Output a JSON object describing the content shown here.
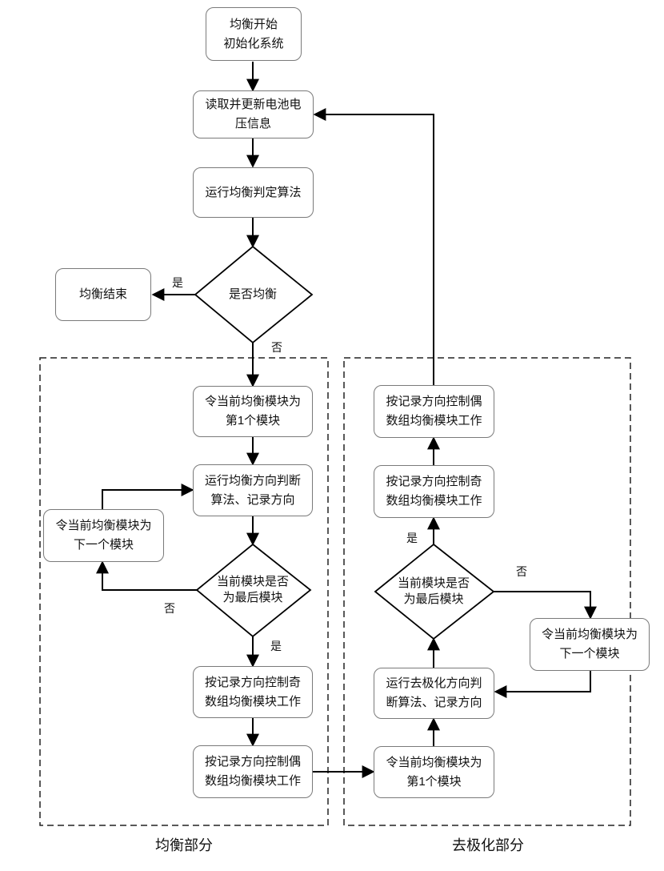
{
  "nodes": {
    "start": "均衡开始\n初始化系统",
    "read": "读取并更新电池电\n压信息",
    "judge": "运行均衡判定算法",
    "end": "均衡结束",
    "decision_balanced": "是否均衡",
    "l_first": "令当前均衡模块为\n第1个模块",
    "l_dir": "运行均衡方向判断\n算法、记录方向",
    "l_next": "令当前均衡模块为\n下一个模块",
    "l_last": "当前模块是否\n为最后模块",
    "l_odd": "按记录方向控制奇\n数组均衡模块工作",
    "l_even": "按记录方向控制偶\n数组均衡模块工作",
    "r_first": "令当前均衡模块为\n第1个模块",
    "r_dir": "运行去极化方向判\n断算法、记录方向",
    "r_last": "当前模块是否\n为最后模块",
    "r_next": "令当前均衡模块为\n下一个模块",
    "r_odd": "按记录方向控制奇\n数组均衡模块工作",
    "r_even": "按记录方向控制偶\n数组均衡模块工作"
  },
  "labels": {
    "yes_end": "是",
    "no_main": "否",
    "l_no": "否",
    "l_yes": "是",
    "r_yes": "是",
    "r_no": "否"
  },
  "sections": {
    "balance_part": "均衡部分",
    "depolar_part": "去极化部分"
  },
  "colors": {
    "line": "#000000",
    "box_border": "#7a7a7a",
    "dash": "#222222"
  }
}
